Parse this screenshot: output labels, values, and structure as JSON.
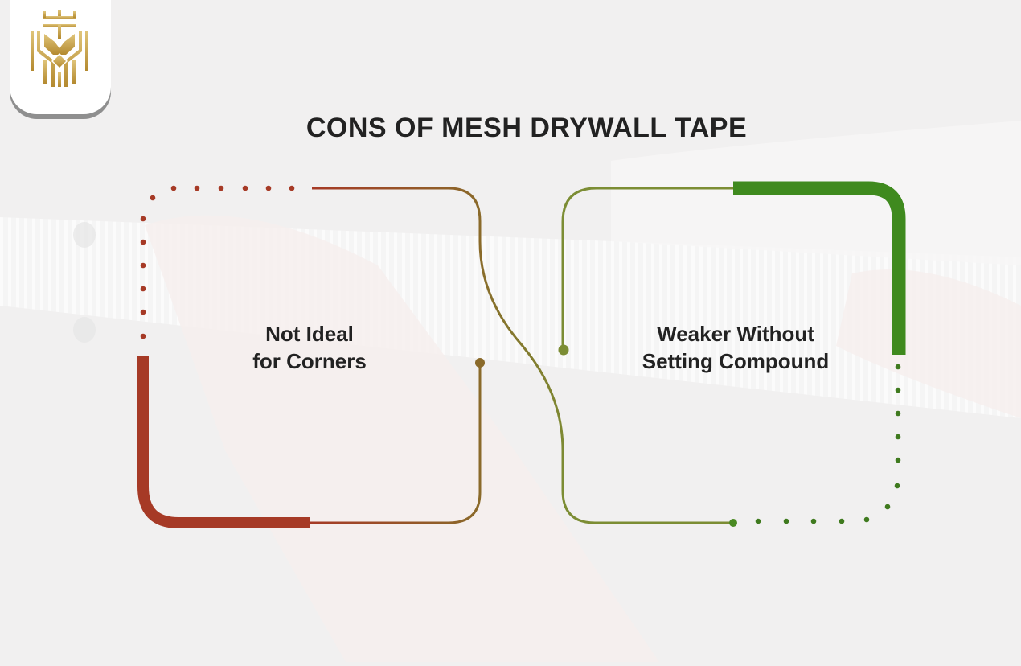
{
  "title": "CONS OF MESH DRYWALL TAPE",
  "logo": {
    "icon": "crown-shield-logo-icon",
    "color": "#c9a64a"
  },
  "cards": [
    {
      "label_line1": "Not Ideal",
      "label_line2": "for Corners",
      "accent": "#a63a26",
      "secondary": "#8a6a2a"
    },
    {
      "label_line1": "Weaker Without",
      "label_line2": "Setting Compound",
      "accent": "#3f8a1e",
      "secondary": "#7c8d34"
    }
  ],
  "colors": {
    "background": "#f1f0f0",
    "text": "#222222",
    "red": "#a63a26",
    "brown": "#8a6a2a",
    "olive": "#7c8d34",
    "green": "#3f8a1e"
  }
}
